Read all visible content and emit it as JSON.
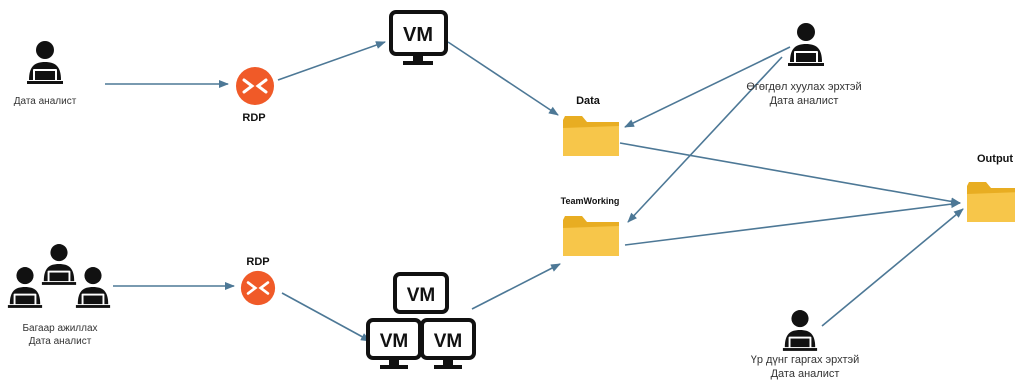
{
  "labels": {
    "analyst_single": "Дата аналист",
    "group_line1": "Багаар ажиллах",
    "group_line2": "Дата аналист",
    "data_access_line1": "Өгөгдөл хуулах эрхтэй",
    "data_access_line2": "Дата аналист",
    "output_access_line1": "Үр дүнг гаргах эрхтэй",
    "output_access_line2": "Дата аналист",
    "rdp_top": "RDP",
    "rdp_bottom": "RDP",
    "folder_data": "Data",
    "folder_team": "TeamWorking",
    "folder_output": "Output",
    "vm_top": "VM",
    "vm_stack_top": "VM",
    "vm_stack_left": "VM",
    "vm_stack_right": "VM"
  },
  "icons": {
    "person": "person-laptop-icon",
    "rdp": "rdp-icon",
    "vm": "vm-monitor-icon",
    "folder": "folder-icon"
  },
  "colors": {
    "arrow": "#4d7896",
    "rdp": "#f05a28",
    "folder": "#f7c64a",
    "folder_dark": "#e8ad22",
    "icon_dark": "#111111"
  }
}
